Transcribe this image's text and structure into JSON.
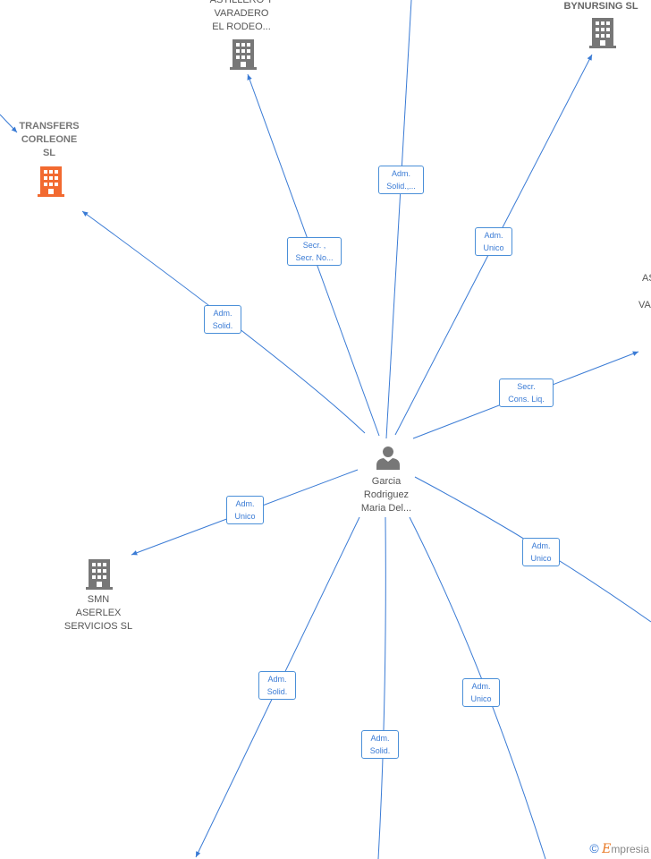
{
  "center": {
    "name_lines": [
      "Garcia",
      "Rodriguez",
      "Maria Del..."
    ],
    "icon": "person-icon"
  },
  "companies": [
    {
      "id": "astillero",
      "lines": [
        "ASTILLERO Y",
        "VARADERO",
        "EL RODEO..."
      ],
      "icon": "building-icon",
      "color": "#777777"
    },
    {
      "id": "bynursing",
      "lines": [
        "BYNURSING  SL"
      ],
      "icon": "building-icon",
      "color": "#777777"
    },
    {
      "id": "transfers",
      "lines": [
        "TRANSFERS",
        "CORLEONE",
        "SL"
      ],
      "icon": "building-icon",
      "color": "#f26a30"
    },
    {
      "id": "smn",
      "lines": [
        "SMN",
        "ASERLEX",
        "SERVICIOS SL"
      ],
      "icon": "building-icon",
      "color": "#777777"
    },
    {
      "id": "right_partial",
      "lines": [
        "AS",
        "",
        "VA"
      ]
    }
  ],
  "edges": [
    {
      "id": "top",
      "label": [
        "Adm.",
        "Solid.,..."
      ]
    },
    {
      "id": "astillero",
      "label": [
        "Secr. ,",
        "Secr. No..."
      ]
    },
    {
      "id": "bynursing",
      "label": [
        "Adm.",
        "Unico"
      ]
    },
    {
      "id": "transfers",
      "label": [
        "Adm.",
        "Solid."
      ]
    },
    {
      "id": "right",
      "label": [
        "Secr.",
        "Cons. Liq."
      ]
    },
    {
      "id": "smn",
      "label": [
        "Adm.",
        "Unico"
      ]
    },
    {
      "id": "lower_right",
      "label": [
        "Adm.",
        "Unico"
      ]
    },
    {
      "id": "bottom_left",
      "label": [
        "Adm.",
        "Solid."
      ]
    },
    {
      "id": "bottom_mid",
      "label": [
        "Adm.",
        "Solid."
      ]
    },
    {
      "id": "bottom_right",
      "label": [
        "Adm.",
        "Unico"
      ]
    }
  ],
  "colors": {
    "edge": "#3a7bd5",
    "node_gray": "#777777",
    "node_highlight": "#f26a30"
  },
  "watermark": {
    "copyright": "©",
    "brand_first": "E",
    "brand_rest": "mpresia"
  }
}
